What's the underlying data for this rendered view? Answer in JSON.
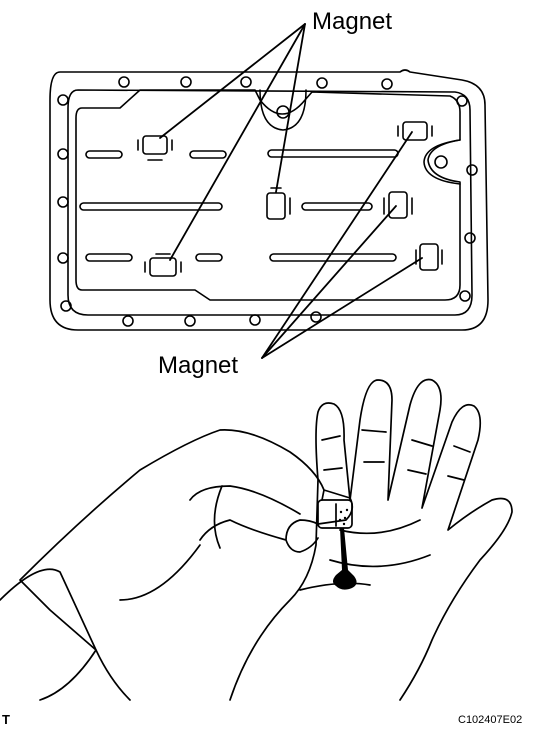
{
  "labels": {
    "magnet_top": "Magnet",
    "magnet_bottom": "Magnet",
    "figure_code": "C102407E02",
    "corner_mark": "T"
  },
  "colors": {
    "line": "#000000",
    "background": "#ffffff"
  }
}
